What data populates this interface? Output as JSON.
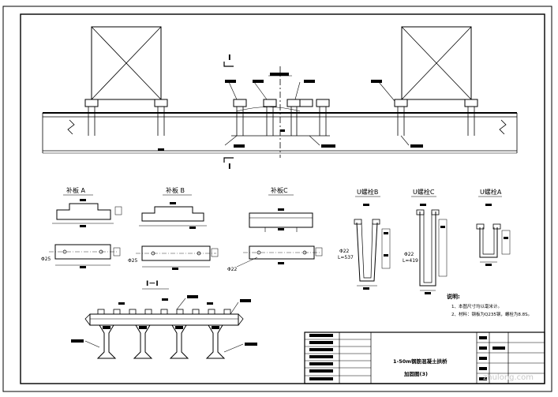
{
  "section": {
    "marker_label": "I",
    "section_title": "I－I"
  },
  "views": {
    "plan_a_title": "补板 A",
    "plan_b_title": "补板 B",
    "plan_c_title": "补板C",
    "bolt_b_title": "U螺栓B",
    "bolt_c_title": "U螺栓C",
    "bolt_a_title": "U螺栓A"
  },
  "dims": {
    "d22_1": "Φ22",
    "len_1": "L=537",
    "d22_2": "Φ22",
    "len_2": "L=419",
    "d25_1": "Φ25",
    "d25_2": "Φ25",
    "d22_3": "Φ22"
  },
  "notes": {
    "title": "说明:",
    "line1": "1、本图尺寸均以毫米计。",
    "line2": "2、材料：钢板为Q235钢，螺栓为8.8S。"
  },
  "title_block": {
    "drawing_name_1": "1-50m钢筋混凝土拱桥",
    "drawing_name_2": "加固图(3)"
  },
  "watermark": "zhulong.com"
}
